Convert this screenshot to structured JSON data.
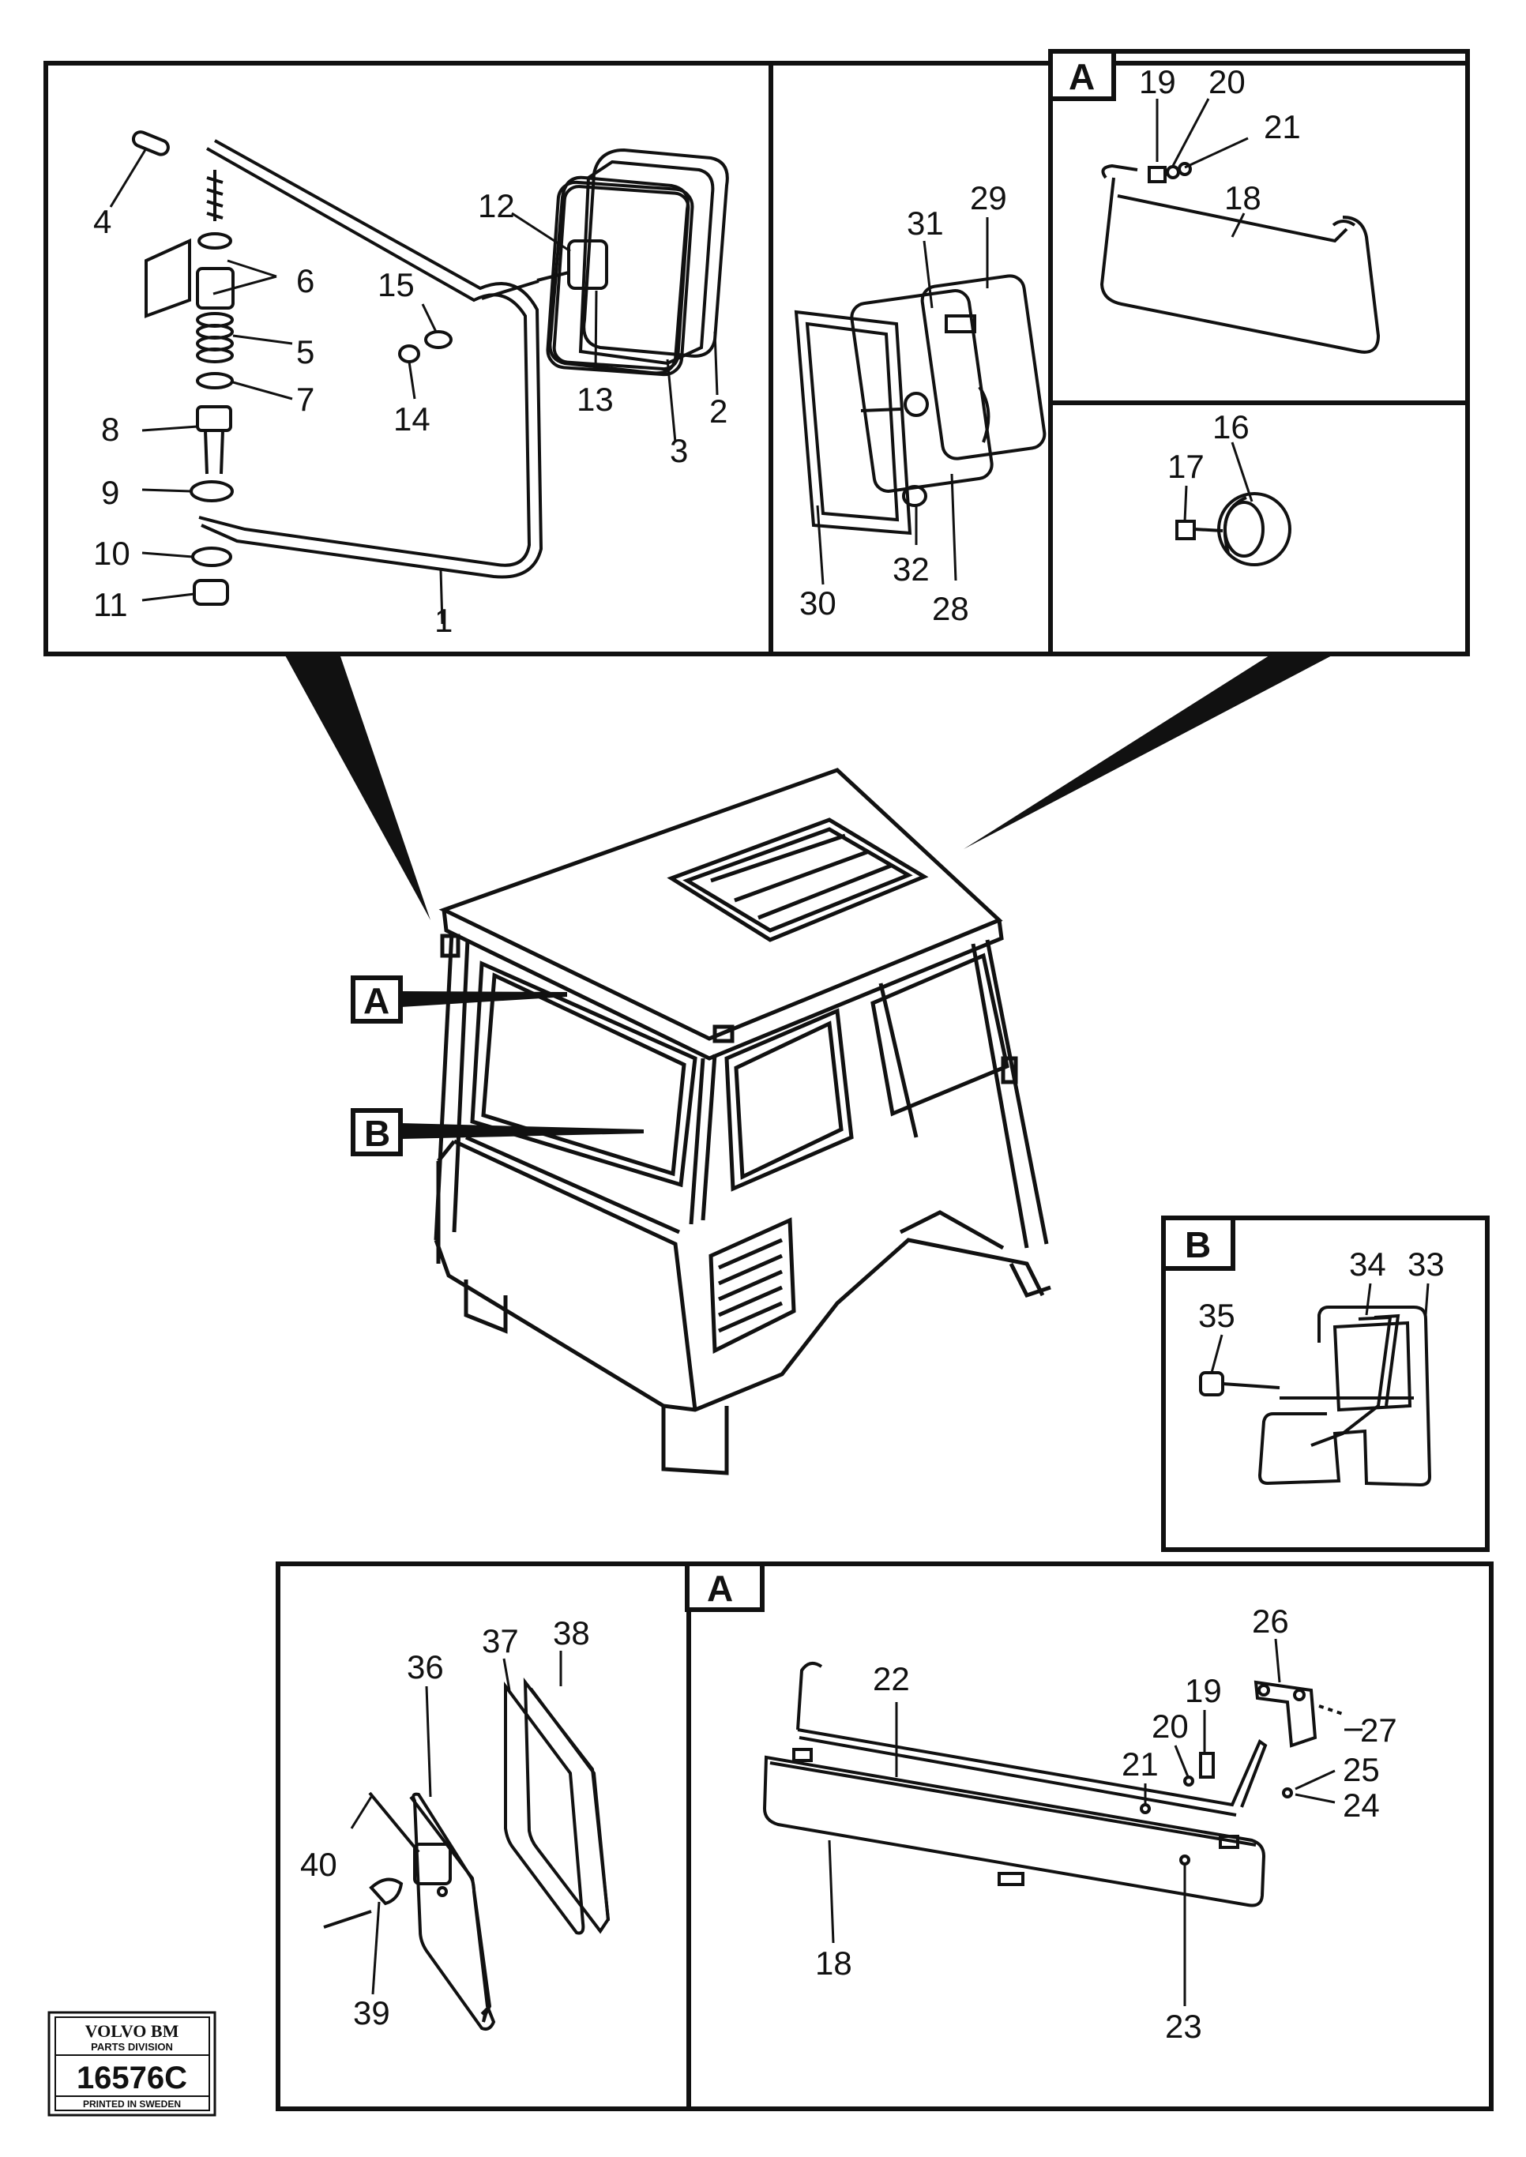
{
  "panel_top_left": {
    "callouts": [
      "1",
      "2",
      "3",
      "4",
      "5",
      "6",
      "7",
      "8",
      "9",
      "10",
      "11",
      "12",
      "13",
      "14",
      "15"
    ]
  },
  "panel_top_mid": {
    "callouts": [
      "28",
      "29",
      "30",
      "31",
      "32"
    ]
  },
  "panel_top_right_a": {
    "tag": "A",
    "callouts": [
      "18",
      "19",
      "20",
      "21"
    ]
  },
  "panel_mid_right": {
    "callouts": [
      "16",
      "17"
    ]
  },
  "cab": {
    "tag_a": "A",
    "tag_b": "B"
  },
  "panel_b": {
    "tag": "B",
    "callouts": [
      "33",
      "34",
      "35"
    ]
  },
  "panel_bottom_left": {
    "callouts": [
      "36",
      "37",
      "38",
      "39",
      "40"
    ]
  },
  "panel_bottom_right_a": {
    "tag": "A",
    "callouts": [
      "18",
      "19",
      "20",
      "21",
      "22",
      "23",
      "24",
      "25",
      "26",
      "27"
    ]
  },
  "stamp": {
    "brand": "VOLVO BM",
    "division": "PARTS DIVISION",
    "number": "16576C",
    "printed": "PRINTED IN SWEDEN"
  }
}
